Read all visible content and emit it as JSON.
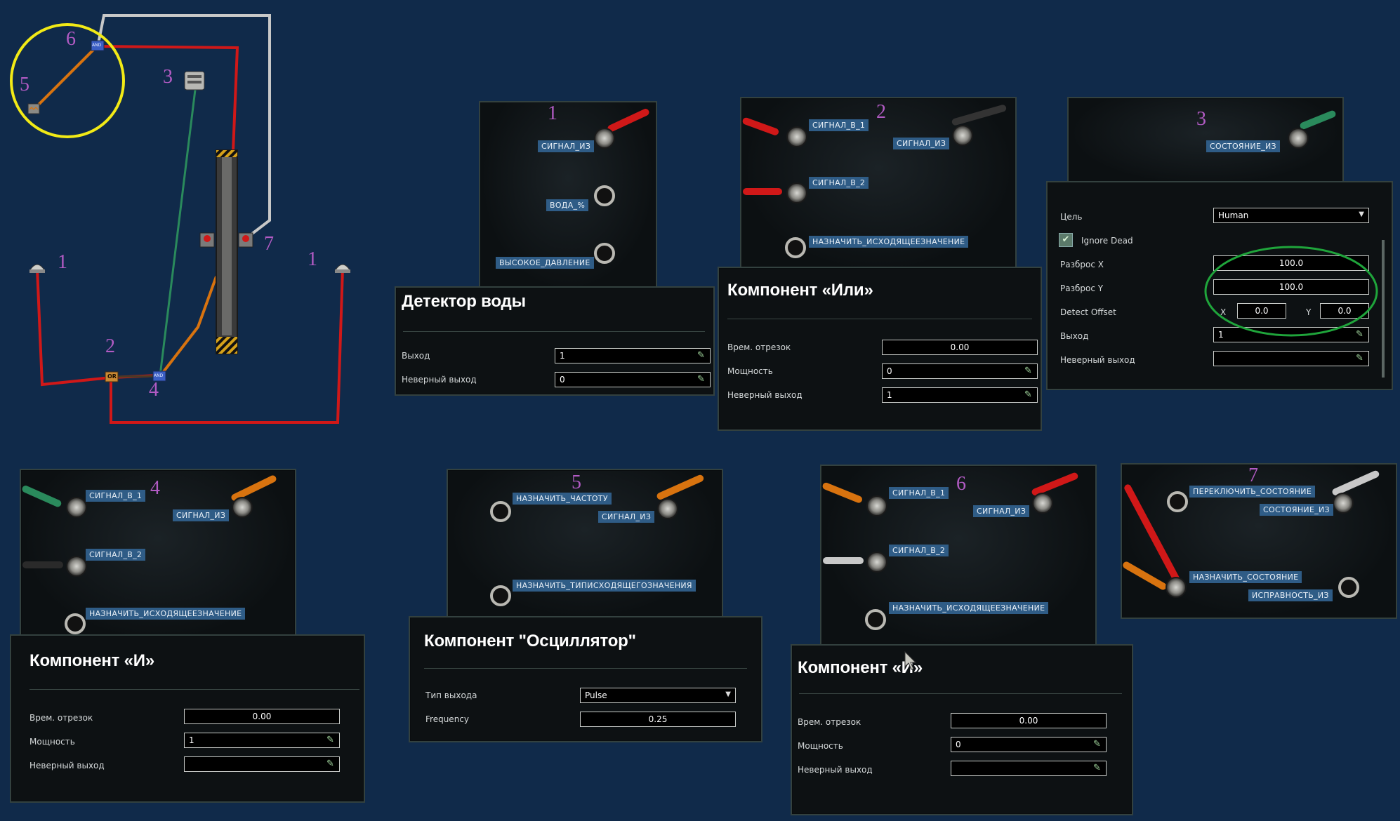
{
  "numbers": {
    "n1": "1",
    "n2": "2",
    "n3": "3",
    "n4": "4",
    "n5": "5",
    "n6": "6",
    "n7": "7"
  },
  "map": {
    "or_gate": "OR",
    "and_gate": "AND"
  },
  "panel_water": {
    "num": "1",
    "conn_signal_out": "СИГНАЛ_ИЗ",
    "conn_water": "ВОДА_%",
    "conn_high_pressure": "ВЫСОКОЕ_ДАВЛЕНИЕ",
    "title": "Детектор воды",
    "output_label": "Выход",
    "output_value": "1",
    "false_output_label": "Неверный выход",
    "false_output_value": "0"
  },
  "panel_or": {
    "num": "2",
    "conn_signal_in_1": "СИГНАЛ_В_1",
    "conn_signal_in_2": "СИГНАЛ_В_2",
    "conn_signal_out": "СИГНАЛ_ИЗ",
    "conn_set_output": "НАЗНАЧИТЬ_ИСХОДЯЩЕЕЗНАЧЕНИЕ",
    "title": "Компонент «Или»",
    "time_label": "Врем. отрезок",
    "time_value": "0.00",
    "power_label": "Мощность",
    "power_value": "0",
    "false_output_label": "Неверный выход",
    "false_output_value": "1"
  },
  "panel_motion": {
    "num": "3",
    "conn_state_out": "СОСТОЯНИЕ_ИЗ",
    "target_label": "Цель",
    "target_value": "Human",
    "ignore_dead_label": "Ignore Dead",
    "spread_x_label": "Разброс X",
    "spread_x_value": "100.0",
    "spread_y_label": "Разброс Y",
    "spread_y_value": "100.0",
    "detect_offset_label": "Detect Offset",
    "offset_x_label": "X",
    "offset_x_value": "0.0",
    "offset_y_label": "Y",
    "offset_y_value": "0.0",
    "output_label": "Выход",
    "output_value": "1",
    "false_output_label": "Неверный выход",
    "false_output_value": ""
  },
  "panel_and1": {
    "num": "4",
    "conn_signal_in_1": "СИГНАЛ_В_1",
    "conn_signal_in_2": "СИГНАЛ_В_2",
    "conn_signal_out": "СИГНАЛ_ИЗ",
    "conn_set_output": "НАЗНАЧИТЬ_ИСХОДЯЩЕЕЗНАЧЕНИЕ",
    "title": "Компонент «И»",
    "time_label": "Врем. отрезок",
    "time_value": "0.00",
    "power_label": "Мощность",
    "power_value": "1",
    "false_output_label": "Неверный выход",
    "false_output_value": ""
  },
  "panel_osc": {
    "num": "5",
    "conn_set_freq": "НАЗНАЧИТЬ_ЧАСТОТУ",
    "conn_signal_out": "СИГНАЛ_ИЗ",
    "conn_set_type": "НАЗНАЧИТЬ_ТИПИСХОДЯЩЕГОЗНАЧЕНИЯ",
    "title": "Компонент \"Осциллятор\"",
    "type_label": "Тип выхода",
    "type_value": "Pulse",
    "freq_label": "Frequency",
    "freq_value": "0.25"
  },
  "panel_and2": {
    "num": "6",
    "conn_signal_in_1": "СИГНАЛ_В_1",
    "conn_signal_in_2": "СИГНАЛ_В_2",
    "conn_signal_out": "СИГНАЛ_ИЗ",
    "conn_set_output": "НАЗНАЧИТЬ_ИСХОДЯЩЕЕЗНАЧЕНИЕ",
    "title": "Компонент «И»",
    "time_label": "Врем. отрезок",
    "time_value": "0.00",
    "power_label": "Мощность",
    "power_value": "0",
    "false_output_label": "Неверный выход",
    "false_output_value": ""
  },
  "panel_door": {
    "num": "7",
    "conn_toggle_state": "ПЕРЕКЛЮЧИТЬ_СОСТОЯНИЕ",
    "conn_state_out": "СОСТОЯНИЕ_ИЗ",
    "conn_set_state": "НАЗНАЧИТЬ_СОСТОЯНИЕ",
    "conn_health_out": "ИСПРАВНОСТЬ_ИЗ"
  },
  "colors": {
    "background": "#102a4a",
    "wire_red": "#d01818",
    "wire_orange": "#d8730f",
    "wire_green": "#2a8a5c",
    "wire_gray": "#c8c8c8",
    "highlight_yellow": "#f2ea16",
    "highlight_green": "#1fa53b",
    "label_blue": "#2f5c86",
    "number_purple": "#b25bc4"
  }
}
